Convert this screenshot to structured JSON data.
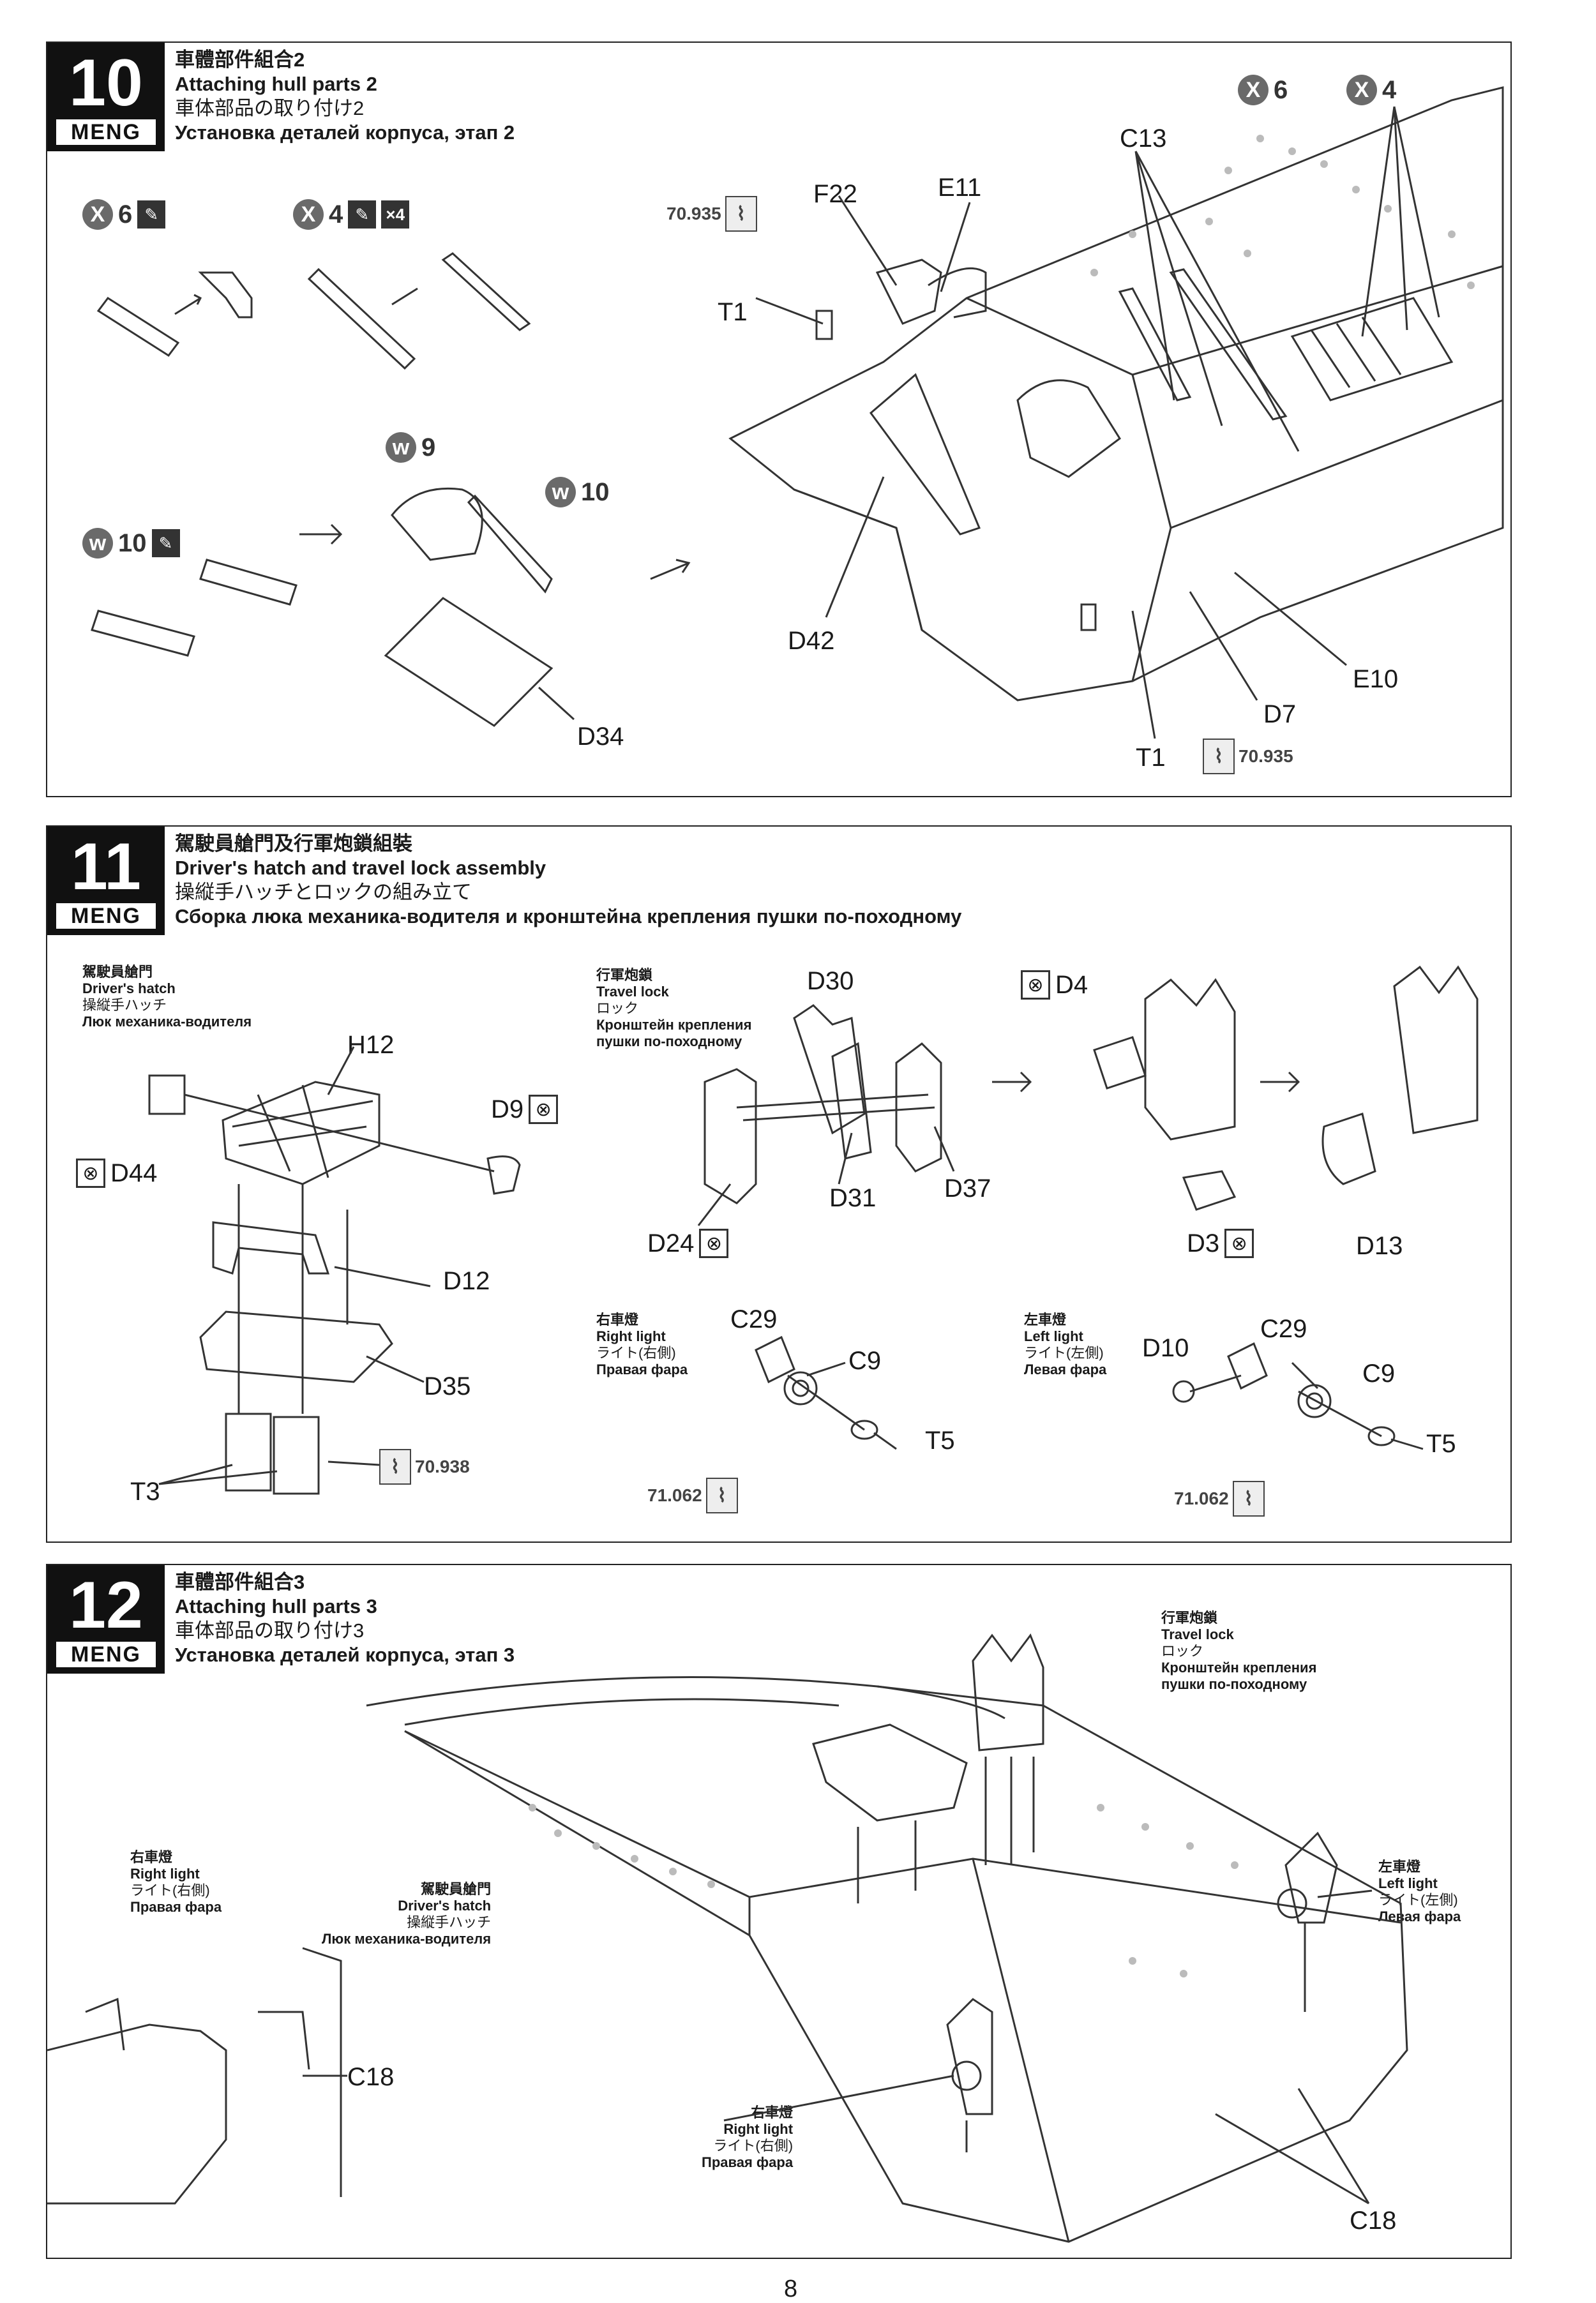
{
  "steps": [
    {
      "number": "10",
      "brand": "MENG",
      "title_zh": "車體部件組合2",
      "title_en": "Attaching hull parts 2",
      "title_ja": "車体部品の取り付け2",
      "title_ru": "Установка деталей корпуса, этап 2",
      "parts": [
        "C13",
        "F22",
        "E11",
        "T1",
        "D42",
        "E10",
        "D7",
        "T1",
        "D34"
      ],
      "paint": [
        "70.935",
        "70.935"
      ],
      "counts": {
        "x6": "6",
        "x4": "4",
        "w9": "9",
        "w10": "10",
        "w10b": "10",
        "x4mult": "×4",
        "x6r": "6",
        "x4r": "4"
      }
    },
    {
      "number": "11",
      "brand": "MENG",
      "title_zh": "駕駛員艙門及行軍炮鎖組裝",
      "title_en": "Driver's hatch and travel lock assembly",
      "title_ja": "操縦手ハッチとロックの組み立て",
      "title_ru": "Сборка люка механика-водителя и кронштейна крепления пушки по-походному",
      "sub_hatch": [
        "駕駛員艙門",
        "Driver's hatch",
        "操縦手ハッチ",
        "Люк механика-водителя"
      ],
      "sub_lock": [
        "行軍炮鎖",
        "Travel lock",
        "ロック",
        "Кронштейн крепления",
        "пушки по-походному"
      ],
      "sub_right": [
        "右車燈",
        "Right light",
        "ライト(右側)",
        "Правая фара"
      ],
      "sub_left": [
        "左車燈",
        "Left light",
        "ライト(左側)",
        "Левая фара"
      ],
      "parts": [
        "H12",
        "D9",
        "D44",
        "D12",
        "D35",
        "T3",
        "D30",
        "D4",
        "D31",
        "D37",
        "D24",
        "D3",
        "D13",
        "C29",
        "C9",
        "T5",
        "D10",
        "C29",
        "C9",
        "T5"
      ],
      "paint": [
        "70.938",
        "71.062",
        "71.062"
      ]
    },
    {
      "number": "12",
      "brand": "MENG",
      "title_zh": "車體部件組合3",
      "title_en": "Attaching hull parts 3",
      "title_ja": "車体部品の取り付け3",
      "title_ru": "Установка деталей корпуса, этап 3",
      "sub_lock": [
        "行軍炮鎖",
        "Travel lock",
        "ロック",
        "Кронштейн крепления",
        "пушки по-походному"
      ],
      "sub_right": [
        "右車燈",
        "Right light",
        "ライト(右側)",
        "Правая фара"
      ],
      "sub_hatch": [
        "駕駛員艙門",
        "Driver's hatch",
        "操縦手ハッチ",
        "Люк механика-водителя"
      ],
      "sub_left": [
        "左車燈",
        "Left light",
        "ライト(左側)",
        "Левая фара"
      ],
      "sub_right2": [
        "右車燈",
        "Right light",
        "ライト(右側)",
        "Правая фара"
      ],
      "parts": [
        "C18",
        "C18"
      ]
    }
  ],
  "page_number": "8",
  "icons": {
    "cement": "glue-icon",
    "paint": "brush-icon",
    "remove": "cross-box-icon"
  }
}
